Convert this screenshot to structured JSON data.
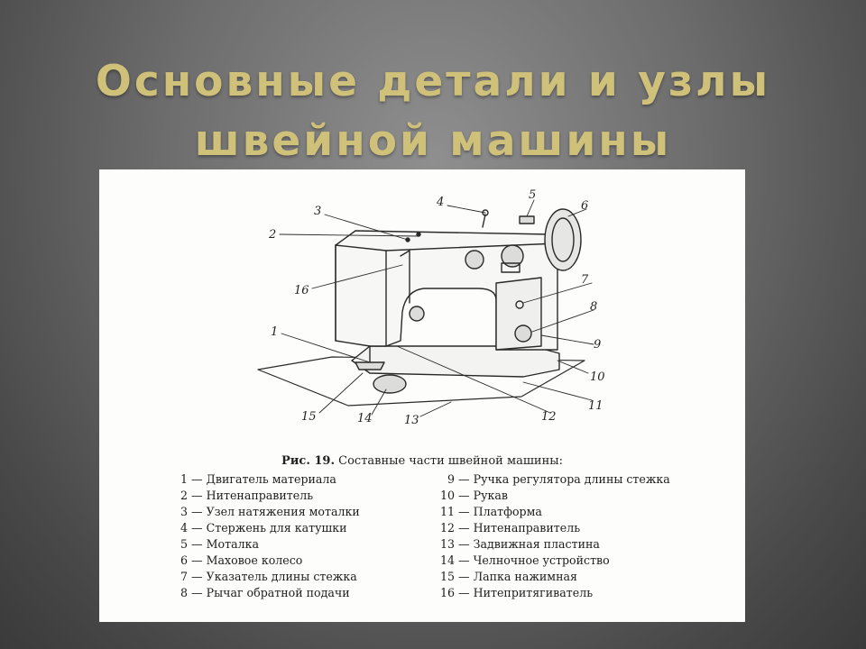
{
  "title": {
    "line1": "Основные детали и узлы",
    "line2": "швейной машины"
  },
  "figure": {
    "caption_prefix": "Рис. 19.",
    "caption_text": "Составные части швейной машины:",
    "dash": "—",
    "callouts": [
      "1",
      "2",
      "3",
      "4",
      "5",
      "6",
      "7",
      "8",
      "9",
      "10",
      "11",
      "12",
      "13",
      "14",
      "15",
      "16"
    ],
    "legend": [
      {
        "num": "1",
        "text": "Двигатель материала"
      },
      {
        "num": "2",
        "text": "Нитенаправитель"
      },
      {
        "num": "3",
        "text": "Узел натяжения моталки"
      },
      {
        "num": "4",
        "text": "Стержень для катушки"
      },
      {
        "num": "5",
        "text": "Моталка"
      },
      {
        "num": "6",
        "text": "Маховое колесо"
      },
      {
        "num": "7",
        "text": "Указатель длины стежка"
      },
      {
        "num": "8",
        "text": "Рычаг обратной подачи"
      },
      {
        "num": "9",
        "text": "Ручка регулятора длины стежка"
      },
      {
        "num": "10",
        "text": "Рукав"
      },
      {
        "num": "11",
        "text": "Платформа"
      },
      {
        "num": "12",
        "text": "Нитенаправитель"
      },
      {
        "num": "13",
        "text": "Задвижная пластина"
      },
      {
        "num": "14",
        "text": "Челночное устройство"
      },
      {
        "num": "15",
        "text": "Лапка нажимная"
      },
      {
        "num": "16",
        "text": "Нитепритягиватель"
      }
    ]
  }
}
